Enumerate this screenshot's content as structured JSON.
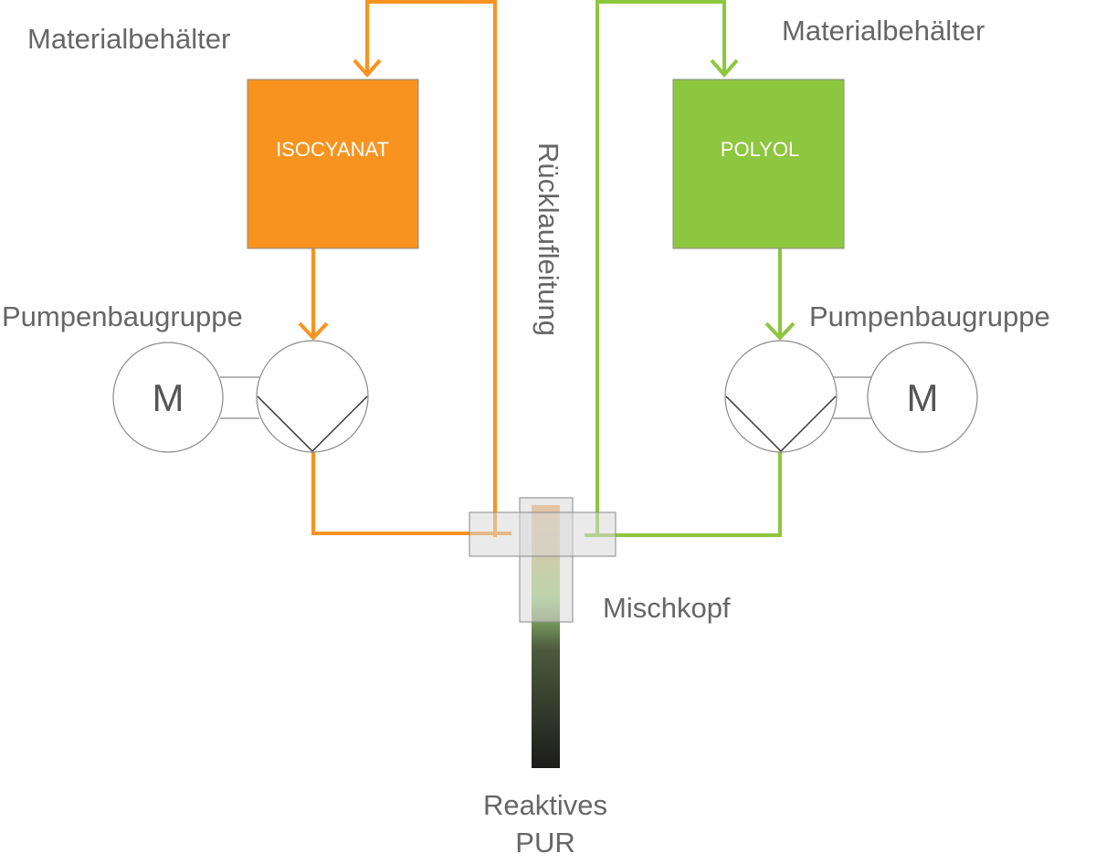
{
  "labels": {
    "tank_left": "Materialbehälter",
    "tank_right": "Materialbehälter",
    "pump_left": "Pumpenbaugruppe",
    "pump_right": "Pumpenbaugruppe",
    "return_line": "Rücklaufleitung",
    "mixhead": "Mischkopf",
    "output_line1": "Reaktives",
    "output_line2": "PUR"
  },
  "tanks": {
    "left": {
      "name": "ISOCYANAT",
      "color": "#F7931E"
    },
    "right": {
      "name": "POLYOL",
      "color": "#8DC63F"
    }
  },
  "motors": {
    "left": "M",
    "right": "M"
  },
  "colors": {
    "isocyanate_line": "#F7931E",
    "polyol_line": "#8DC63F",
    "outline": "#888888",
    "mixhead_fill": "#dddddd",
    "output_dark": "#1a1a1a"
  }
}
